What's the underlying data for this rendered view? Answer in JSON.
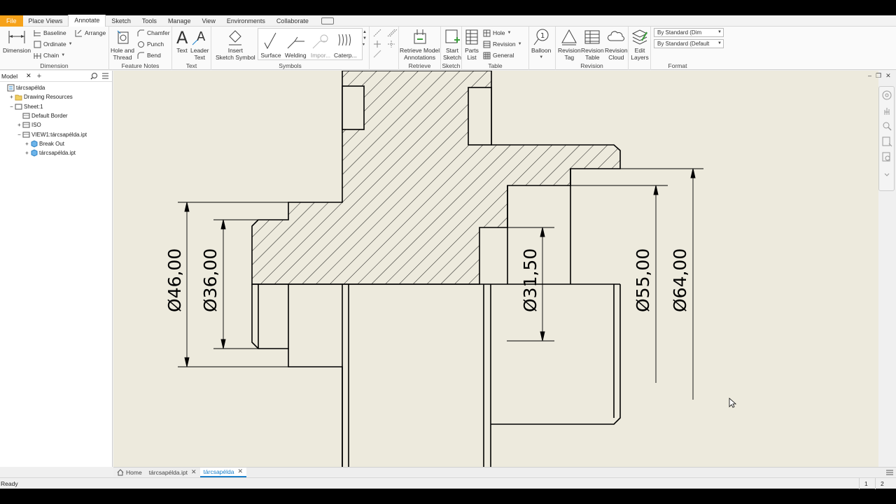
{
  "menubar": {
    "tabs": [
      "File",
      "Place Views",
      "Annotate",
      "Sketch",
      "Tools",
      "Manage",
      "View",
      "Environments",
      "Collaborate"
    ],
    "active_tab": "Annotate"
  },
  "ribbon": {
    "dimension": {
      "title": "Dimension",
      "big": "Dimension",
      "baseline": "Baseline",
      "arrange": "Arrange",
      "ordinate": "Ordinate",
      "chain": "Chain"
    },
    "feature_notes": {
      "title": "Feature Notes",
      "hole_thread_1": "Hole and",
      "hole_thread_2": "Thread",
      "chamfer": "Chamfer",
      "punch": "Punch",
      "bend": "Bend"
    },
    "text": {
      "title": "Text",
      "text": "Text",
      "leader_1": "Leader",
      "leader_2": "Text"
    },
    "symbols": {
      "title": "Symbols",
      "insert_1": "Insert",
      "insert_2": "Sketch Symbol",
      "surface": "Surface",
      "welding": "Welding",
      "import": "Impor...",
      "caterpillar": "Caterp..."
    },
    "retrieve": {
      "title": "Retrieve",
      "label_1": "Retrieve Model",
      "label_2": "Annotations"
    },
    "sketch": {
      "title": "Sketch",
      "label_1": "Start",
      "label_2": "Sketch"
    },
    "table": {
      "title": "Table",
      "parts_1": "Parts",
      "parts_2": "List",
      "hole": "Hole",
      "revision": "Revision",
      "general": "General"
    },
    "balloon": {
      "label": "Balloon"
    },
    "revision": {
      "title": "Revision",
      "tag_1": "Revision",
      "tag_2": "Tag",
      "table_1": "Revision",
      "table_2": "Table",
      "cloud_1": "Revision",
      "cloud_2": "Cloud"
    },
    "layers": {
      "label_1": "Edit",
      "label_2": "Layers"
    },
    "format": {
      "title": "Format",
      "style": "By Standard (Dim",
      "layer": "By Standard (Default"
    }
  },
  "browser": {
    "tab": "Model",
    "items": [
      {
        "label": "tárcsapélda",
        "level": 0,
        "exp": ""
      },
      {
        "label": "Drawing Resources",
        "level": 1,
        "exp": "+"
      },
      {
        "label": "Sheet:1",
        "level": 1,
        "exp": "−"
      },
      {
        "label": "Default Border",
        "level": 2,
        "exp": ""
      },
      {
        "label": "ISO",
        "level": 2,
        "exp": "+"
      },
      {
        "label": "VIEW1:tárcsapélda.ipt",
        "level": 2,
        "exp": "−"
      },
      {
        "label": "Break Out",
        "level": 3,
        "exp": "+"
      },
      {
        "label": "tárcsapélda.ipt",
        "level": 3,
        "exp": "+"
      }
    ]
  },
  "drawing": {
    "dims": [
      "Ø46,00",
      "Ø36,00",
      "Ø31,50",
      "Ø55,00",
      "Ø64,00"
    ]
  },
  "doctabs": {
    "home": "Home",
    "tab1": "tárcsapélda.ipt",
    "tab2": "tárcsapélda"
  },
  "status": {
    "text": "Ready",
    "num1": "1",
    "num2": "2"
  },
  "colors": {
    "file_tab": "#f6a21a",
    "canvas": "#edeadd",
    "accent": "#1a7fc9"
  }
}
